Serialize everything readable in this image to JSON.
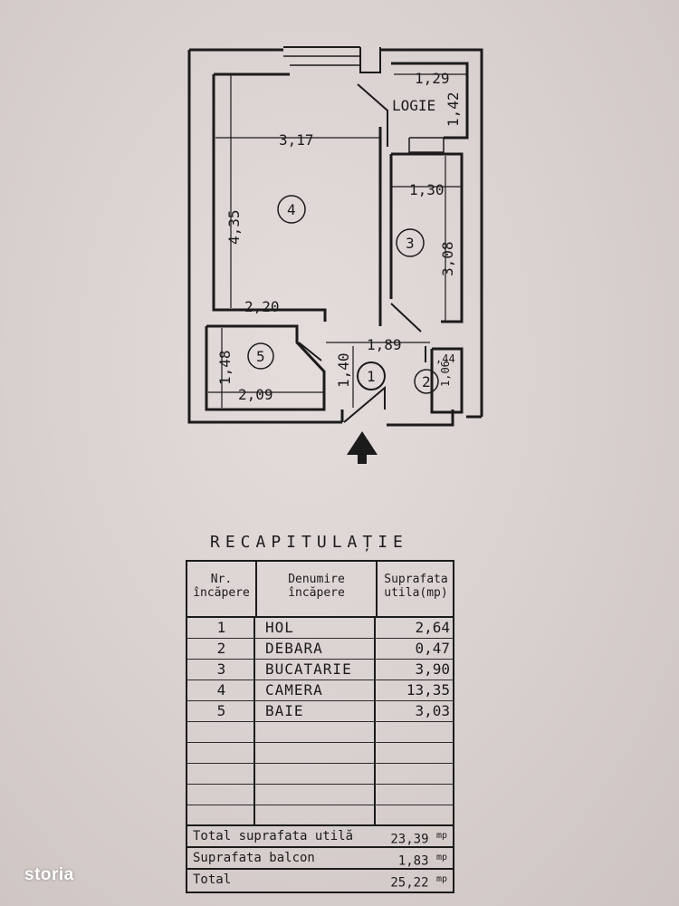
{
  "plan": {
    "logia_label": "LOGIE",
    "dims": {
      "logia_width": "1,29",
      "logia_depth": "1,42",
      "camera_width": "3,17",
      "camera_height": "4,35",
      "bucatarie_width": "1,30",
      "bucatarie_height": "3,08",
      "baie_top": "2,20",
      "hol_width": "1,89",
      "baie_height": "1,48",
      "hol_height": "1,40",
      "baie_width": "2,09",
      "debara_width": ",44",
      "debara_height": "1,06"
    },
    "rooms": [
      "1",
      "2",
      "3",
      "4",
      "5"
    ]
  },
  "recap": {
    "title": "RECAPITULAȚIE",
    "headers": {
      "nr_line1": "Nr.",
      "nr_line2": "încăpere",
      "name_line1": "Denumire",
      "name_line2": "încăpere",
      "area_line1": "Suprafata",
      "area_line2": "utila(mp)"
    },
    "rows": [
      {
        "nr": "1",
        "name": "HOL",
        "area": "2,64"
      },
      {
        "nr": "2",
        "name": "DEBARA",
        "area": "0,47"
      },
      {
        "nr": "3",
        "name": "BUCATARIE",
        "area": "3,90"
      },
      {
        "nr": "4",
        "name": "CAMERA",
        "area": "13,35"
      },
      {
        "nr": "5",
        "name": "BAIE",
        "area": "3,03"
      }
    ],
    "totals": [
      {
        "label": "Total suprafata utilă",
        "value": "23,39",
        "unit": "mp"
      },
      {
        "label": "Suprafata balcon",
        "value": "1,83",
        "unit": "mp"
      },
      {
        "label": "Total",
        "value": "25,22",
        "unit": "mp"
      }
    ]
  },
  "watermark": "storia"
}
